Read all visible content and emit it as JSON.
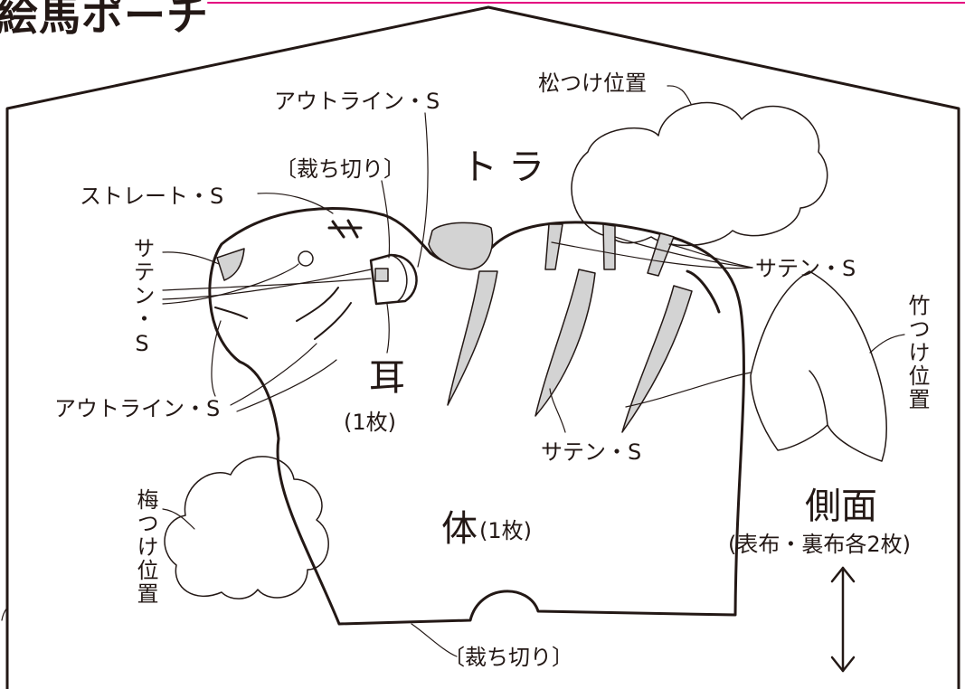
{
  "title": "絵馬ポーチ",
  "colors": {
    "accent_line": "#e4007f",
    "ink": "#231815",
    "stripe_fill": "#d3d3d3"
  },
  "labels": {
    "outline_s_top": "アウトライン・S",
    "cut_edge_top": "〔裁ち切り〕",
    "straight_s": "ストレート・S",
    "satin_s_vertical": "サテン・S",
    "outline_s_left": "アウトライン・S",
    "ear_title": "耳",
    "ear_count": "(1枚)",
    "tora": "トラ",
    "pine_position": "松つけ位置",
    "satin_s_right": "サテン・S",
    "bamboo_position": "竹つけ位置",
    "satin_s_mid": "サテン・S",
    "plum_position": "梅つけ位置",
    "body_title": "体",
    "body_count": "(1枚)",
    "side_title": "側面",
    "side_note": "(表布・裏布各2枚)",
    "cut_edge_bottom": "〔裁ち切り〕"
  }
}
